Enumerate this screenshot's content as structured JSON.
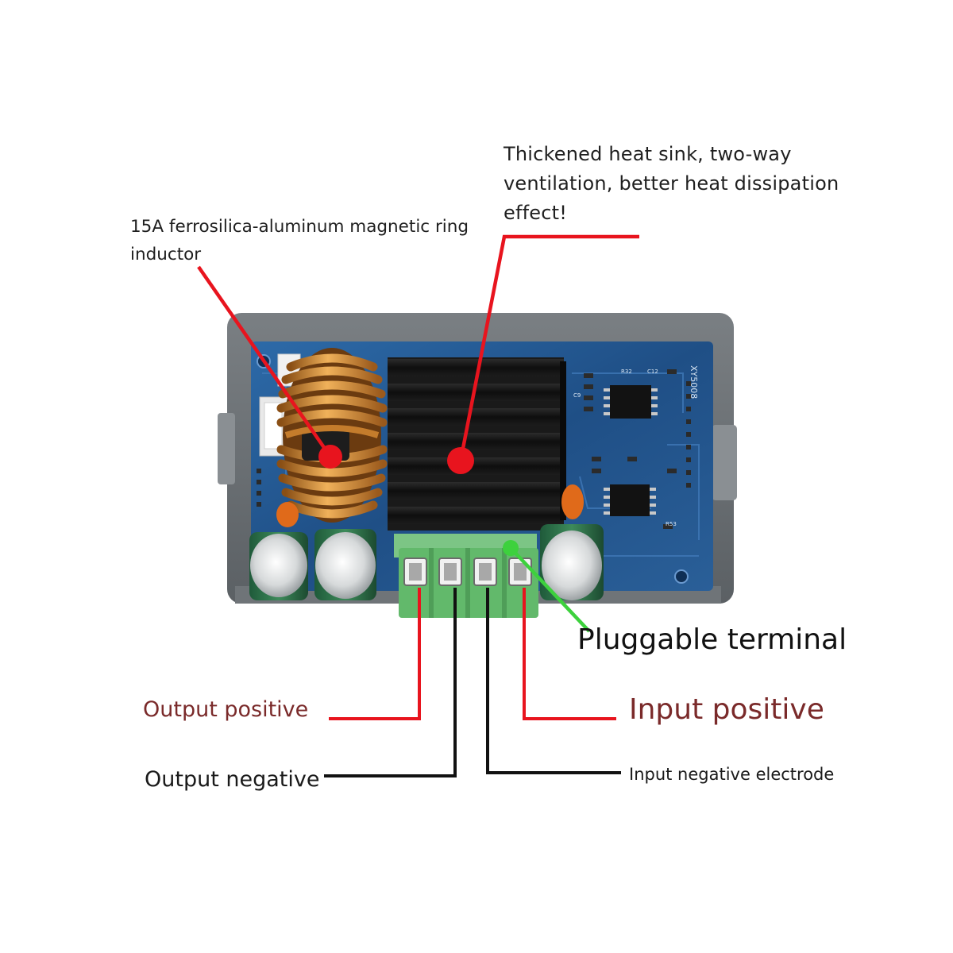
{
  "callouts": {
    "heat_sink": "Thickened heat sink, two-way\nventilation, better heat dissipation\n effect!",
    "inductor": "15A ferrosilica-aluminum magnetic ring\ninductor",
    "terminal": "Pluggable terminal",
    "output_positive": "Output positive",
    "input_positive": "Input positive",
    "output_negative": "Output negative",
    "input_negative": "Input negative electrode"
  },
  "board": {
    "model_marking": "XY5008",
    "silkscreen": [
      "R32",
      "C12",
      "R53",
      "C9"
    ]
  },
  "colors": {
    "red_pointer": "#e8141e",
    "green_pointer": "#3dd13d",
    "pcb_blue": "#1f4f86",
    "case_gray": "#6a6f73",
    "heat_sink": "#151515",
    "copper_coil": "#c9822f",
    "terminal_green": "#62b96b"
  }
}
